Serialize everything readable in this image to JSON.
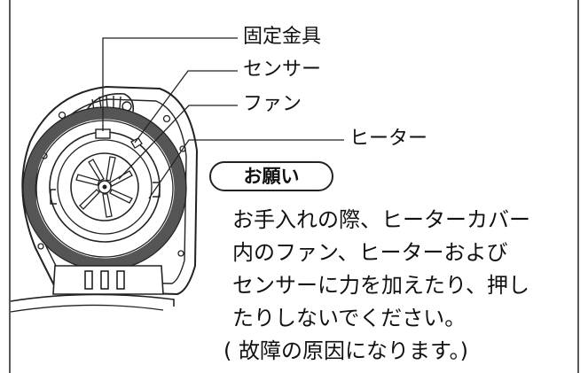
{
  "labels": {
    "bracket": "固定金具",
    "sensor": "センサー",
    "fan": "ファン",
    "heater": "ヒーター"
  },
  "notice": {
    "title": "お願い",
    "lines": [
      "お手入れの際、ヒーターカバー",
      "内のファン、ヒーターおよび",
      "センサーに力を加えたり、押し",
      "たりしないでください。",
      "( 故障の原因になります。)"
    ]
  }
}
